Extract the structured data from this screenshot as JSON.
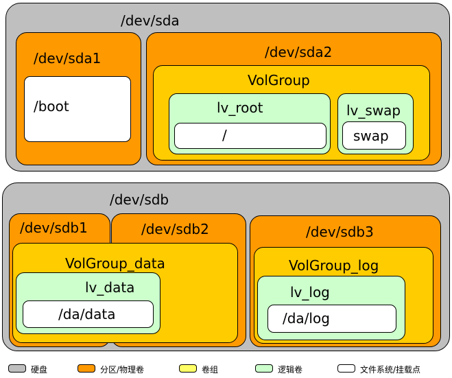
{
  "colors": {
    "disk": "#bfbfbf",
    "partition": "#ff9900",
    "volume_group": "#ffcc00",
    "logical_volume": "#ccffcc",
    "filesystem": "#ffffff"
  },
  "sda": {
    "label": "/dev/sda",
    "sda1": {
      "label": "/dev/sda1",
      "fs": "/boot"
    },
    "sda2": {
      "label": "/dev/sda2",
      "vg": {
        "label": "VolGroup",
        "lv_root": {
          "label": "lv_root",
          "fs": "/"
        },
        "lv_swap": {
          "label": "lv_swap",
          "fs": "swap"
        }
      }
    }
  },
  "sdb": {
    "label": "/dev/sdb",
    "sdb1": {
      "label": "/dev/sdb1"
    },
    "sdb2": {
      "label": "/dev/sdb2"
    },
    "vg_data": {
      "label": "VolGroup_data",
      "lv_data": {
        "label": "lv_data",
        "fs": "/da/data"
      }
    },
    "sdb3": {
      "label": "/dev/sdb3",
      "vg_log": {
        "label": "VolGroup_log",
        "lv_log": {
          "label": "lv_log",
          "fs": "/da/log"
        }
      }
    }
  },
  "legend": [
    {
      "label": "硬盘",
      "color": "#bfbfbf"
    },
    {
      "label": "分区/物理卷",
      "color": "#ff9900"
    },
    {
      "label": "卷组",
      "color": "#ffff66"
    },
    {
      "label": "逻辑卷",
      "color": "#ccffcc"
    },
    {
      "label": "文件系统/挂载点",
      "color": "#ffffff"
    }
  ]
}
